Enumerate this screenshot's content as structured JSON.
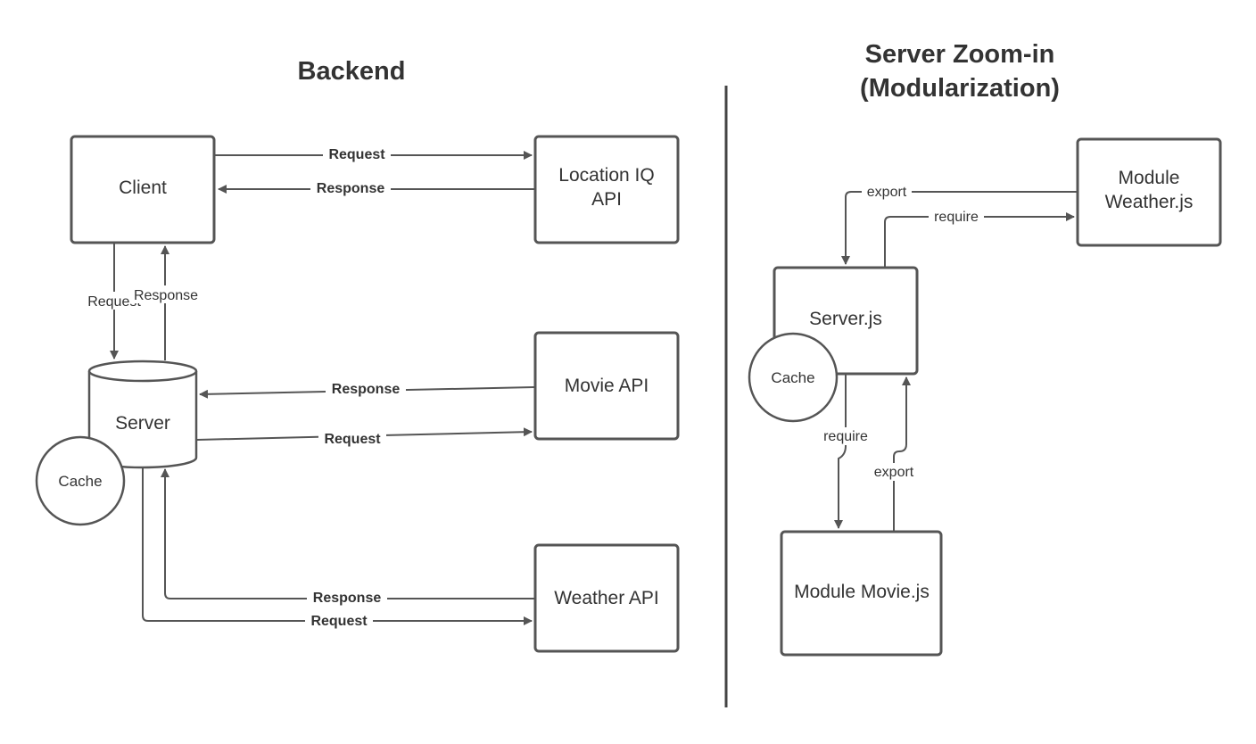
{
  "titles": {
    "backend": "Backend",
    "zoom_line1": "Server  Zoom-in",
    "zoom_line2": "(Modularization)"
  },
  "nodes": {
    "client": "Client",
    "location_line1": "Location IQ",
    "location_line2": "API",
    "server": "Server",
    "cache_left": "Cache",
    "movie_api": "Movie API",
    "weather_api": "Weather API",
    "server_js": "Server.js",
    "cache_right": "Cache",
    "module_weather_line1": "Module",
    "module_weather_line2": "Weather.js",
    "module_movie": "Module Movie.js"
  },
  "edges": {
    "client_to_location": "Request",
    "location_to_client": "Response",
    "client_to_server": "Request",
    "server_to_client": "Response",
    "movie_to_server": "Response",
    "server_to_movie": "Request",
    "weather_to_server": "Response",
    "server_to_weather": "Request",
    "weather_export": "export",
    "weather_require": "require",
    "movie_require": "require",
    "movie_export": "export"
  },
  "colors": {
    "stroke": "#555555",
    "text": "#333333",
    "background": "#ffffff"
  }
}
